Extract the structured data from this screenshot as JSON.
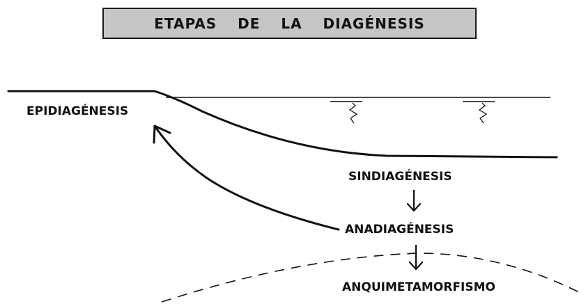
{
  "title": "ETAPAS DE LA DIAGÉNESIS",
  "stages": {
    "epidiagenesis": "EPIDIAGÉNESIS",
    "sindiagenesis": "SINDIAGÉNESIS",
    "anadiagenesis": "ANADIAGÉNESIS",
    "anquimetamorfismo": "ANQUIMETAMORFISMO"
  }
}
